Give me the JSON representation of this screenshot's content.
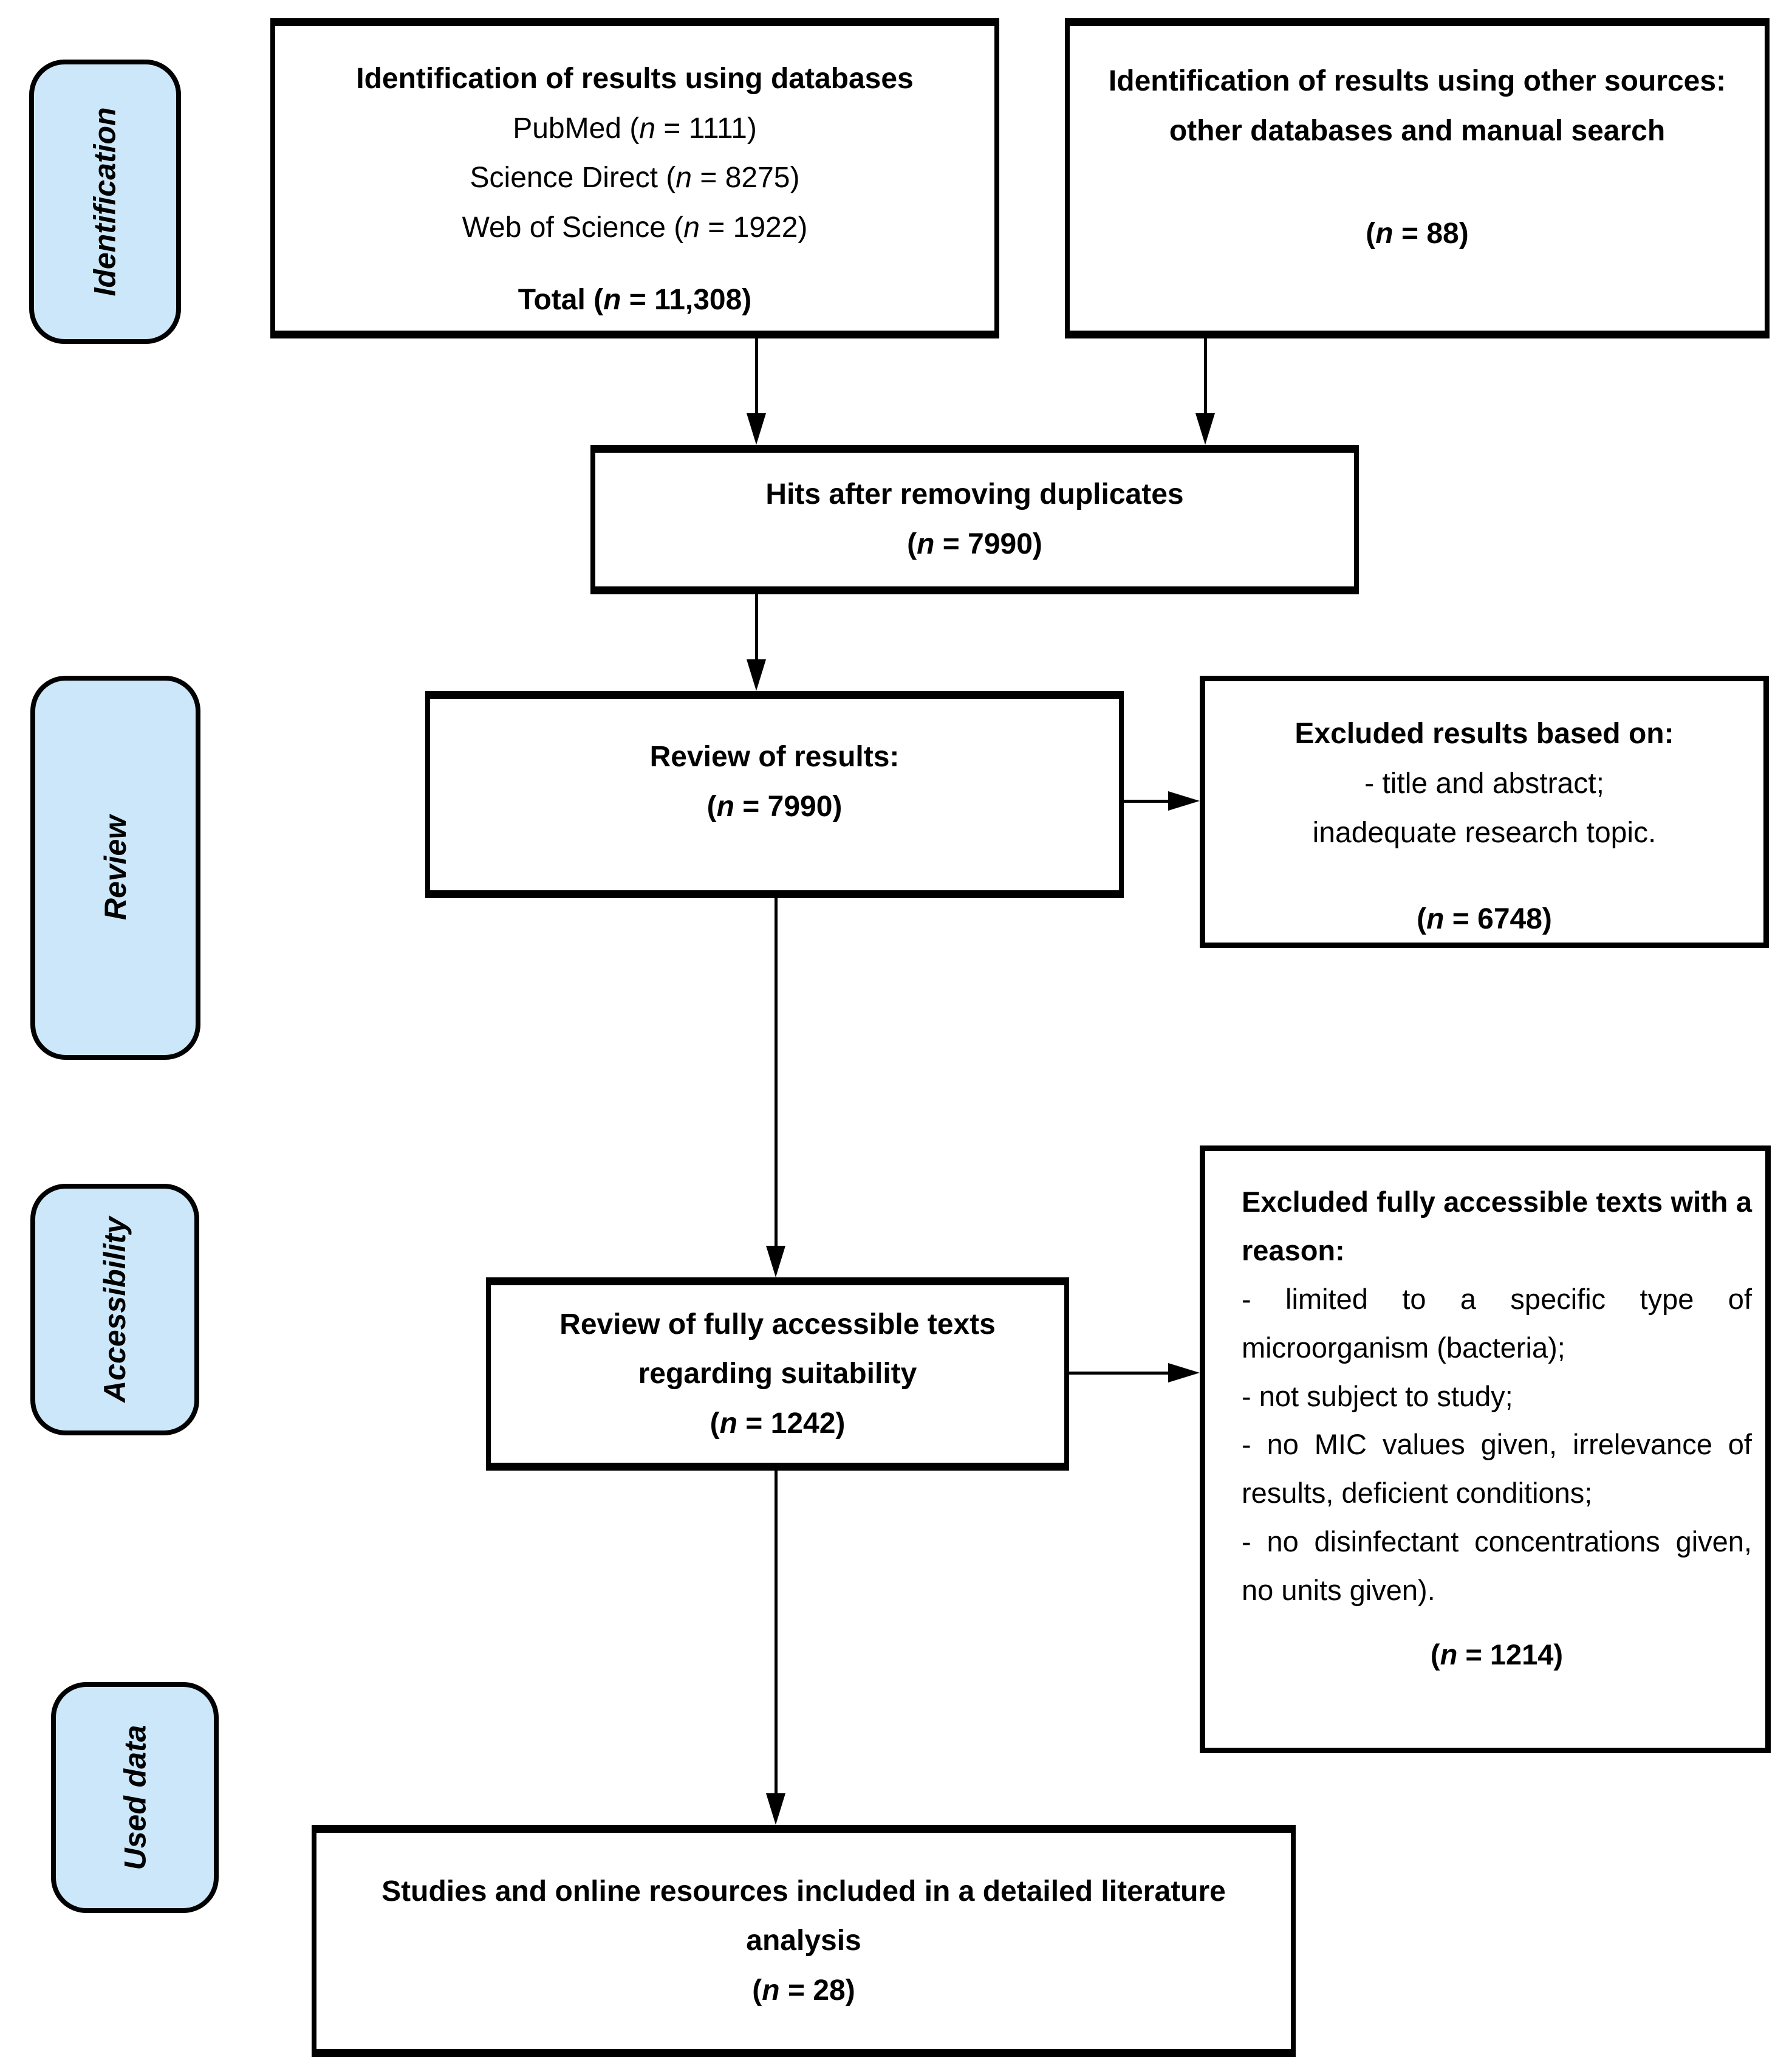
{
  "diagram": {
    "colors": {
      "stage_fill": "#cbe7f9",
      "line": "#000000"
    },
    "stage_labels": [
      {
        "text": "Identification"
      },
      {
        "text": "Review"
      },
      {
        "text": "Accessibility"
      },
      {
        "text": "Used data"
      }
    ],
    "boxes": {
      "databases": {
        "title": "Identification of results using databases",
        "sources": [
          "PubMed (n = 1111)",
          "Science Direct (n = 8275)",
          "Web of Science (n = 1922)"
        ],
        "total": "Total (n = 11,308)"
      },
      "other_sources": {
        "title": "Identification of results using other sources: other databases and manual search",
        "count": "(n = 88)"
      },
      "duplicates": {
        "title": "Hits after removing duplicates",
        "count": "(n = 7990)"
      },
      "review": {
        "title": "Review of results:",
        "count": "(n = 7990)"
      },
      "excluded_review": {
        "title": "Excluded results based on:",
        "reasons": [
          "- title and abstract;",
          "inadequate research topic."
        ],
        "count": "(n = 6748)"
      },
      "full_text_review": {
        "title": "Review of fully accessible texts regarding suitability",
        "count": "(n = 1242)"
      },
      "excluded_full_text": {
        "title": "Excluded fully accessible texts with a reason:",
        "reasons": [
          "- limited to a specific type of microorganism (bacteria);",
          "- not subject to study;",
          "- no MIC values given, irrelevance of results, deficient conditions;",
          "- no disinfectant concentrations given, no units given)."
        ],
        "count": "(n = 1214)"
      },
      "included": {
        "title": "Studies and online resources included in a detailed literature analysis",
        "count": "(n = 28)"
      }
    }
  }
}
